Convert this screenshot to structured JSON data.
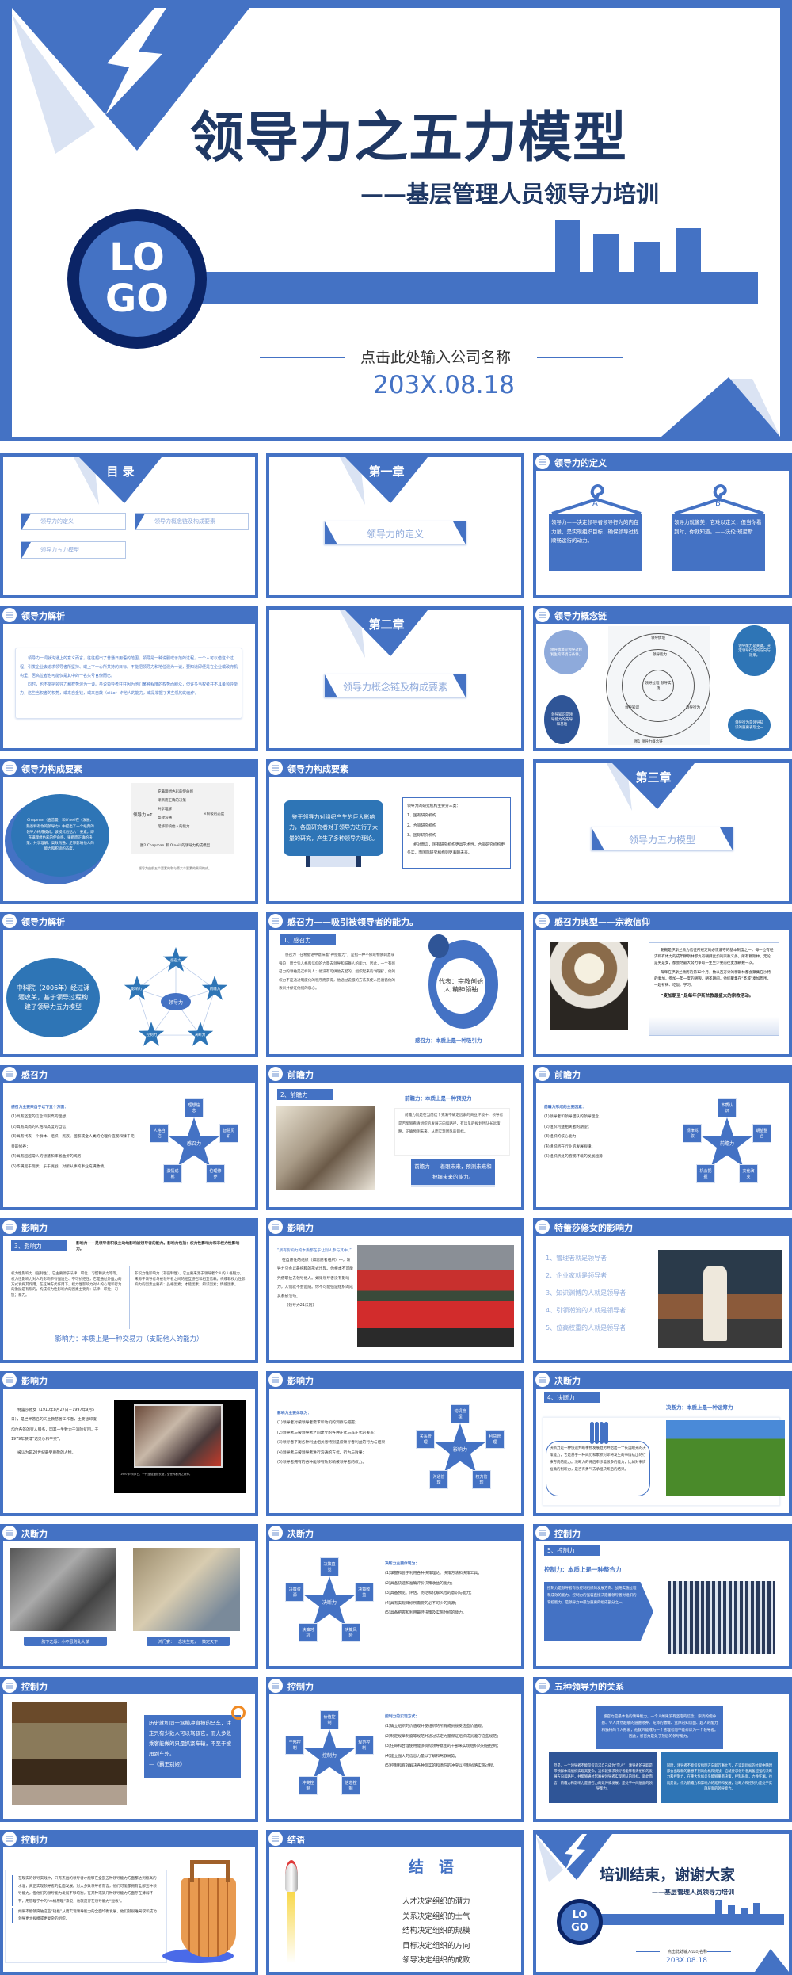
{
  "hero": {
    "title": "领导力之五力模型",
    "subtitle": "——基层管理人员领导力培训",
    "logo_line1": "LO",
    "logo_line2": "GO",
    "company": "点击此处输入公司名称",
    "date": "203X.08.18"
  },
  "colors": {
    "primary": "#4472c4",
    "navy": "#0b2466",
    "title": "#1f3864",
    "light": "#dae3f3"
  },
  "slides": [
    {
      "type": "toc",
      "title": "目 录",
      "items": [
        "领导力的定义",
        "领导力概念链及构成要素",
        "领导力五力模型"
      ]
    },
    {
      "type": "chapter",
      "title": "第一章",
      "banner": "领导力的定义"
    },
    {
      "type": "hangers",
      "header": "领导力的定义",
      "a_label": "A",
      "a_text": "领导力——决定领导者领导行为的内在力量，是实现组织目标、确保领导过程顺畅运行的动力。",
      "b_label": "B",
      "b_text": "领导力就像美，它难以定义，但当你看到时，你就知道。——沃伦·班尼斯"
    },
    {
      "type": "textbox",
      "header": "领导力解析",
      "p1": "领导力一词就沟通上的意义而言，往往超出了普通日用语的范围。领导是一种说服或示范的过程，一个人可以借这个过程，引发企业去追求领导者所坚持、或上下一心所共持的目标。不能把领导力和地位混为一谈，要知道即便是在企业或政府机构里，居高位者也可能仅是其中的一名头号官僚而已。",
      "p2": "同时，也不能把领导力和权势混为一谈。虽说领导者往往因为他们某种程度的权势而服众，但许多当权者并不具备领导能力，这些当权者的权势，或来自金钱，或来自敲（qiāo）诈他人的能力，或是掌握了某些机构的运作。"
    },
    {
      "type": "chapter",
      "title": "第二章",
      "banner": "领导力概念链及构成要素"
    },
    {
      "type": "cycle",
      "header": "领导力概念链",
      "rings": [
        "领导情境",
        "领导能力",
        "领导过程 领导实践",
        "领导知识",
        "领导行为"
      ],
      "caption": "图1 领导力概念链",
      "bubbles": [
        "领导情境是领导过程发生的环境与条件。",
        "领导能力是关键，决定领导行为的方向与效果。",
        "领导知识是领导能力的先导和基础",
        "领导行为是领导知识的重要表现之一"
      ]
    },
    {
      "type": "chapman",
      "header": "领导力构成要素",
      "ellipse": "Chapman（查普曼）和O'neil在《发展、熟悉特有你的领导力》中提出了一个经典的领导力构成模式，该模式包括六个要素，即充满理想色彩的使命感、果断而正确的决策、共享理解、高效沟通、足够影响他人的能力和积极的态度。",
      "formula": "领导力=Σ",
      "items": [
        "充满理想色彩的使命感",
        "果断而正确的决策",
        "共享理解",
        "高效沟通",
        "足够影响他人的能力"
      ],
      "multiplier": "×积极的态度",
      "caption": "图2 Chapman 和 O'neil 的领导力构成模型",
      "note": "领导力由前五个要素的和与第六个要素的乘积构成。"
    },
    {
      "type": "theory",
      "header": "领导力构成要素",
      "bubble": "鉴于领导力对组织产生的巨大影响力，各国研究者对于领导力进行了大量的研究，产生了多种领导力理论。",
      "intro": "领导力的研究机构主要分三类：",
      "items": [
        "1、国有研究机构",
        "2、合资研究机构",
        "3、国际研究机构"
      ],
      "note": "相对而言，国有研究机构更具学术性，合资研究机构更务实，而国际研究机构则更着眼未来。"
    },
    {
      "type": "chapter",
      "title": "第三章",
      "banner": "领导力五力模型"
    },
    {
      "type": "fiveforce",
      "header": "领导力解析",
      "circle": "中科院（2006年）经过课题攻关，基于领导过程构建了领导力五力模型",
      "center": "领导力",
      "stars": [
        "感召力",
        "前瞻力",
        "决断力",
        "控制力",
        "影响力"
      ]
    },
    {
      "type": "ganzhao",
      "header": "感召力——吸引被领导者的能力。",
      "tag": "1、感召力",
      "para": "感召力（在希腊语中意味着“神授能力”）是指一种不依靠物质刺激或强迫，而全凭人格和信仰的力量去领导和鼓舞人的能力。因此，一个有感召力的领袖是这样的人：他没有可供他支配的、组织起来的“机器”，他的权力不是通过制度化的程序而获得，他通过说服的方法来使人民遵循他的教训并保证他们的忠心。",
      "circle": "代表：宗教创始人 精神领袖",
      "footer": "感召力：本质上是一种吸引力"
    },
    {
      "type": "religion",
      "header": "感召力典型——宗教信仰",
      "p1": "朝觐是伊斯兰教为信徒所规定的必须遵守的基本制度之一，每一位有经济和有体力的成年穆斯林都负有朝拜麦加的宗教义务。所有穆斯林，无论是男是女，都会尽最大努力争取一生至少要前往麦加朝觐一次。",
      "p2": "每年在伊斯兰教历的第12个月，数以百万计的穆斯林都会聚集在沙特的麦加，参加一年一度的朝觐。朝圣期间，他们聚集在“圣城”麦加周围，一起祈祷、吃饭、学习。",
      "p3": "“麦加朝圣”是每年伊斯兰教最盛大的宗教活动。"
    },
    {
      "type": "starlist",
      "side": "right",
      "header": "感召力",
      "intro": "感召力主要来自于以下五个方面：",
      "items": [
        "(1)具有坚定的信念和崇高的理想；",
        "(2)具有高尚的人格和高度的自信；",
        "(3)具有代表一个群体、组织、民族、国家或全人类的伦理价值观和臻于完善的修养；",
        "(4)具有超越常人的智慧和丰富曲折的阅历；",
        "(5)不满足于现状，乐于挑战，对所从事的事业充满激情。"
      ],
      "center": "感召力",
      "boxes": [
        "理想信念",
        "智慧见识",
        "伦理修养",
        "激情成就",
        "人格自信"
      ]
    },
    {
      "type": "qianzhan",
      "header": "前瞻力",
      "tag": "2、前瞻力",
      "slogan": "前瞻力：本质上是一种预见力",
      "para": "前瞻力就是在当前这个充满不确定因素的商业环境中，领导者是否能够看清组织的发展方向和路径，有远见的规划团队长远策略，正确预测未来，从而实现团队的目标。",
      "banner": "前瞻力——着眼未来，预测未来和把握未来的能力。"
    },
    {
      "type": "starlist",
      "side": "right",
      "header": "前瞻力",
      "intro": "前瞻力形成的主要因素：",
      "items": [
        "(1)领导者和领导团队的领导理念；",
        "(2)组织利益相关者的期望；",
        "(3)组织的核心能力；",
        "(4)组织所在行业的发展规律；",
        "(5)组织所处的宏观环境的发展趋势"
      ],
      "center": "前瞻力",
      "boxes": [
        "本质认识",
        "期望整合",
        "文化演变",
        "机会把握",
        "规律驾驭"
      ]
    },
    {
      "type": "influence",
      "header": "影响力",
      "tag": "3、影响力",
      "def": "影响力——是领导者积极主动地影响被领导者的能力。影响力包括：权力性影响力和非权力性影响力。",
      "left": "权力性影响力（强制性），它主要源于法律、职位、习惯和武力等等。权力性影响力对人的影响带有强迫性、不可抗拒性，它是通过外推力的方式发挥其作用。在这种方式作用下，权力性影响力对人的心理和行为的激励是有限的。构成权力性影响力的因素主要有：法律；职位；习惯；暴力。",
      "right": "非权力性影响力（非强制性），它主要来源于领导者个人的人格魅力，来源于领导者与被领导者之间的相互感召和相互信赖。构成非权力性影响力的因素主要有：品格因素；才能因素；知识因素；情感因素。",
      "footer": "影响力：本质上是一种交易力（支配他人的能力）"
    },
    {
      "type": "quote",
      "header": "影响力",
      "quote": "“所有影响力的本质都在于让别人参与其中。”",
      "text": "在自愿性的组织（如志愿者组织）中，领导力只会以最纯粹的形式出现。你根本不可能凭借职位去领导他人。如果领导者没有影响力，人们就不会追随。你不可能强迫组织的成员参加活动。",
      "source": "——《领导力21法则》"
    },
    {
      "type": "teresalist",
      "header": "特蕾莎修女的影响力",
      "items": [
        "1、管理者就是领导者",
        "2、企业家就是领导者",
        "3、知识渊博的人就是领导者",
        "4、引领潮流的人就是领导者",
        "5、位高权重的人就是领导者"
      ]
    },
    {
      "type": "teresa",
      "header": "影响力",
      "text": "特蕾莎修女（1910年8月27日－1997年9月5日），是世界著名的天主教慈善工作者，主要替印度加尔各答的穷人服务，因其一生致力于消除贫困，于1979年获得“诺贝尔和平奖”。",
      "text2": "被认为是20世纪最受尊敬的人物。",
      "caption": "1997年9月5日，一代圣徒溘然长逝，全世界都为之哀悼。"
    },
    {
      "type": "starlist",
      "side": "right",
      "header": "影响力",
      "intro": "影响力主要体现为：",
      "items": [
        "(1)领导者对被领导者需求和动机的洞察与把握；",
        "(2)领导者与被领导者之间建立的各种正式与非正式的关系；",
        "(3)领导者平衡各种利益相关者特别是被领导者利益的行为与结果；",
        "(4)领导者与被领导者进行沟通的方式、行为与效果；",
        "(5)领导者拥有的各种能够有效影响被领导者的权力。"
      ],
      "center": "影响力",
      "boxes": [
        "动机管理",
        "利益管理",
        "权力管理",
        "沟通管理",
        "关系管理"
      ]
    },
    {
      "type": "decision",
      "header": "决断力",
      "tag": "4、决断力",
      "slogan": "决断力：本质上是一种运筹力",
      "bubble": "决断力是一种快速判断事物发展趋势并给出一个长远眼光的决策能力，它是基于一种阅历和累积对即将发生的事情给出的行事方向的能力。决断力的背后牵涉着很多的能力，比如对事情准确的判断力，是否有勇气去承担决断后的结果。"
    },
    {
      "type": "photos",
      "header": "决断力",
      "captions": [
        "胯下之辱：小不忍则乱大谋",
        "鸿门宴：一念决生死，一策定天下"
      ]
    },
    {
      "type": "starlist",
      "side": "left",
      "header": "决断力",
      "intro": "决断力主要体现为：",
      "items": [
        "(1)掌握和善于利用各种决策理论、决策方法和决策工具；",
        "(2)具备快速和准确评价决策收益的能力；",
        "(3)具备预见、评估、防范和化解风险的意识与能力；",
        "(4)具有实现目标所需要的必不可少的资源；",
        "(5)具备把握和利用最佳决策及实施时机的能力。"
      ],
      "center": "决断力",
      "boxes": [
        "决策直觉",
        "决策收益",
        "决策风险",
        "决策时机",
        "决策资源"
      ]
    },
    {
      "type": "control",
      "header": "控制力",
      "tag": "5、控制力",
      "slogan": "控制力：本质上是一种整合力",
      "arrow": "控制力是领导者有效控制组织的发展方向、战略实施过程和成效的能力。控制力的强弱直接决定着领导者对组织的掌控能力，是领导力中最为重要的组成部分之一。"
    },
    {
      "type": "carriage",
      "header": "控制力",
      "quote": "历史就如同一驾横冲直撞的马车，注定只有少数人可以驾驭它，而大多数乘客能做的只是抓紧车辕，不至于被甩到车外。",
      "source": "—《霸王别姬》"
    },
    {
      "type": "starlist",
      "side": "left",
      "header": "控制力",
      "intro": "控制力的实现方式：",
      "items": [
        "(1)确立组织的价值观并使组织的所有成员接受这些价值观；",
        "(2)制定规章制度等规范并通过法定力量保证组织成员遵守这些规范；",
        "(3)任命和合理使用能够贯彻领导意图的干部来实现组织的分层控制；",
        "(4)建立强大的信息力量以了解和驾驭局势；",
        "(5)控制和有效解决各种现实的和潜在的冲突以控制战略实施过程。"
      ],
      "center": "控制力",
      "boxes": [
        "价值控制",
        "规范控制",
        "信息控制",
        "冲突控制",
        "干部控制"
      ]
    },
    {
      "type": "relation",
      "header": "五种领导力的关系",
      "top": "感召力是最本色的领导能力。一个人如果没有坚定的信念、崇高的使命感、令人肃然起敬的道德修养、充沛的激情、宽厚的知识面、超人的能力和独特的个人形象，他就只能成为一个管理者而不能修炼为一个领导者。因此，感召力是处于顶层的领导能力。",
      "left": "但是，一个领导者不能仅仅追求自己成为“完人”，领导者的天职是带领群体或组织实现其使命。这样就要求领导者能够看清组织的发展方向和路径，并能够通过影响被领导者实现团队的目标。就此而言，前瞻力和影响力是感召力的延伸或发展，是处于中间层面的领导能力。",
      "right": "同时，领导者不能仅仅指明方向就万事大吉，在实现目标的过程中随时都会出现新的意想不到的危机和挑战，这就要求领导者具备超强的决断力和控制力，在重大危机关头能够果断决策，控制局面，力挽狂澜。也就是说，作为前瞻力和影响力的延伸和发展，决断力和控制力是处于实施层面的领导能力。"
    },
    {
      "type": "bucket",
      "header": "控制力",
      "items": [
        "在现实的领导实践中，只有杰出的领导者才能够在全部五种领导能力方面都达到极高的水准，真正实现领导者的全面发展。对大多数领导者而言，他们可能都拥有全部五种领导能力，但他们的领导能力发展不够均衡，在某种或某几种领导能力方面存在薄弱环节，用管理学中的“木桶原理”来说，也就是存在领导能力“短板”。",
        "如果不能够突破这些“短板”从而实现领导能力的全面均衡发展，他们就很难驾驭和成功领导更大规模或更复杂的组织。"
      ]
    },
    {
      "type": "conclusion",
      "header": "结语",
      "title": "结　语",
      "lines": [
        "人才决定组织的潜力",
        "关系决定组织的士气",
        "结构决定组织的规模",
        "目标决定组织的方向",
        "领导决定组织的成败"
      ]
    },
    {
      "type": "ending",
      "title": "培训结束，谢谢大家",
      "subtitle": "——基层管理人员领导力培训",
      "logo_line1": "LO",
      "logo_line2": "GO",
      "company": "点击此处输入公司名称",
      "date": "203X.08.18"
    }
  ]
}
